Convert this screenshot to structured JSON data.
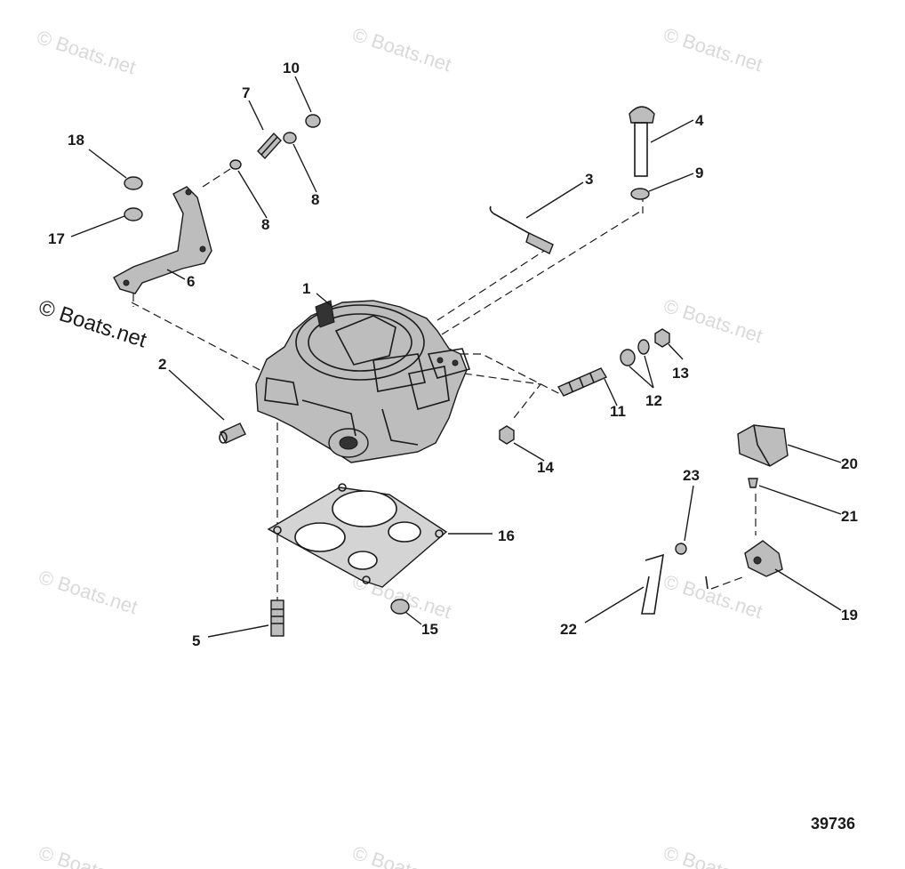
{
  "watermark": {
    "text": "© Boats.net"
  },
  "drawing_number": "39736",
  "callouts": [
    {
      "id": "c1",
      "label": "1"
    },
    {
      "id": "c2",
      "label": "2"
    },
    {
      "id": "c3",
      "label": "3"
    },
    {
      "id": "c4",
      "label": "4"
    },
    {
      "id": "c5",
      "label": "5"
    },
    {
      "id": "c6",
      "label": "6"
    },
    {
      "id": "c7",
      "label": "7"
    },
    {
      "id": "c8a",
      "label": "8"
    },
    {
      "id": "c8b",
      "label": "8"
    },
    {
      "id": "c9",
      "label": "9"
    },
    {
      "id": "c10",
      "label": "10"
    },
    {
      "id": "c11",
      "label": "11"
    },
    {
      "id": "c12",
      "label": "12"
    },
    {
      "id": "c13",
      "label": "13"
    },
    {
      "id": "c14",
      "label": "14"
    },
    {
      "id": "c15",
      "label": "15"
    },
    {
      "id": "c16",
      "label": "16"
    },
    {
      "id": "c17",
      "label": "17"
    },
    {
      "id": "c18",
      "label": "18"
    },
    {
      "id": "c19",
      "label": "19"
    },
    {
      "id": "c20",
      "label": "20"
    },
    {
      "id": "c21",
      "label": "21"
    },
    {
      "id": "c22",
      "label": "22"
    },
    {
      "id": "c23",
      "label": "23"
    }
  ]
}
